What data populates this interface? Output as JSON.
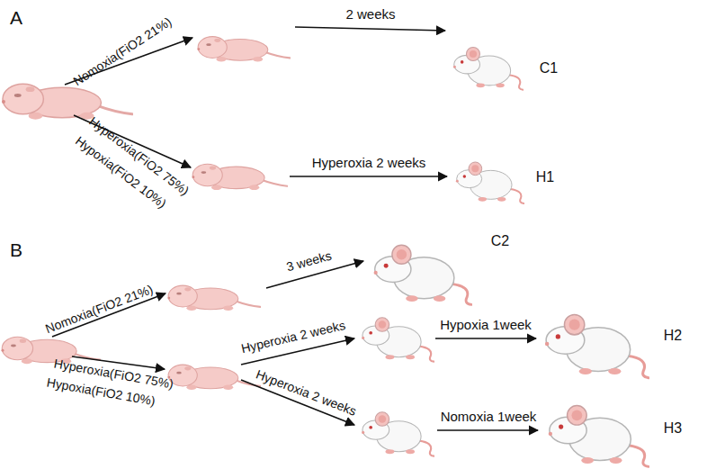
{
  "diagram": {
    "labels": [
      "A",
      "Nomoxia(FiO2 21%)",
      "2 weeks",
      "C1",
      "Hyperoxia(FiO2 75%)",
      "Hypoxia(FiO2 10%)",
      "Hyperoxia 2 weeks",
      "H1",
      "B",
      "Nomoxia(FiO2 21%)",
      "3 weeks",
      "C2",
      "Hyperoxia 2 weeks",
      "Hypoxia 1week",
      "H2",
      "Hyperoxia(FiO2 75%)",
      "Hypoxia(FiO2 10%)",
      "Hyperoxia 2 weeks",
      "Nomoxia 1week",
      "H3"
    ]
  }
}
